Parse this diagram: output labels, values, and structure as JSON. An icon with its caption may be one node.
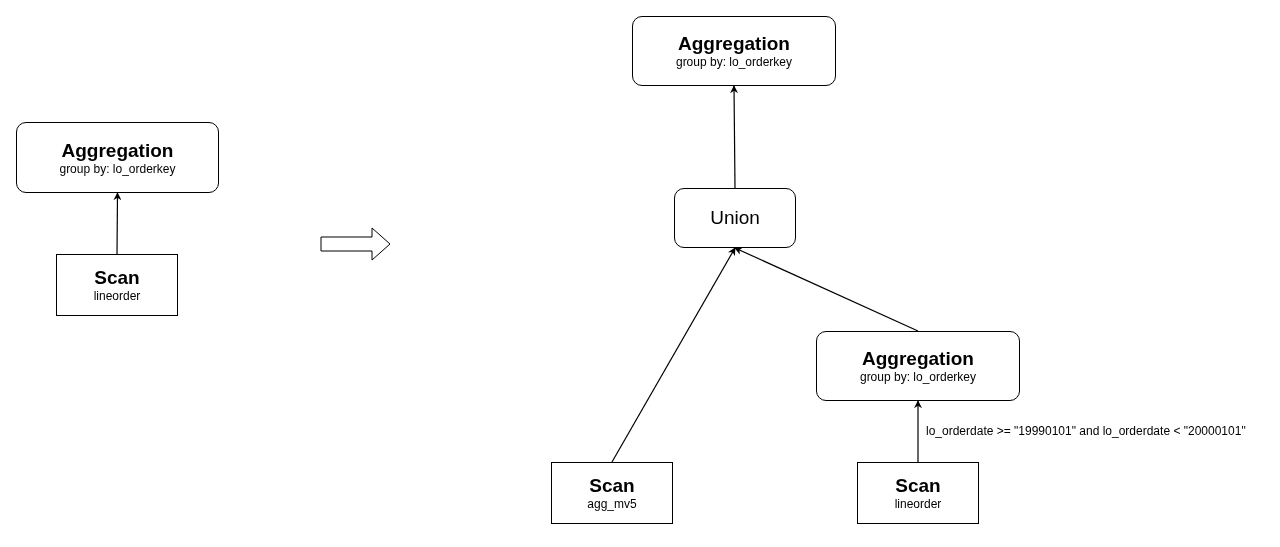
{
  "diagram": {
    "nodes": [
      {
        "text": [
          "Aggregation",
          "group by: lo_orderkey"
        ]
      },
      {
        "text": [
          "Scan",
          "lineorder"
        ]
      },
      {
        "text": [
          "Aggregation",
          "group by: lo_orderkey"
        ]
      },
      {
        "text": [
          "Union"
        ]
      },
      {
        "text": [
          "Aggregation",
          "group by: lo_orderkey"
        ]
      },
      {
        "text": [
          "Scan",
          "agg_mv5"
        ]
      },
      {
        "text": [
          "Scan",
          "lineorder"
        ]
      }
    ],
    "edges": [
      {
        "from": 1,
        "to": 0,
        "arrow": "to"
      },
      {
        "from": 3,
        "to": 2,
        "arrow": "to"
      },
      {
        "from": 5,
        "to": 3,
        "arrow": "to"
      },
      {
        "from": 4,
        "to": 3,
        "arrow": "to"
      },
      {
        "from": 6,
        "to": 4,
        "arrow": "to",
        "label": "lo_orderdate >= \"19990101\" and lo_orderdate < \"20000101\""
      }
    ]
  }
}
